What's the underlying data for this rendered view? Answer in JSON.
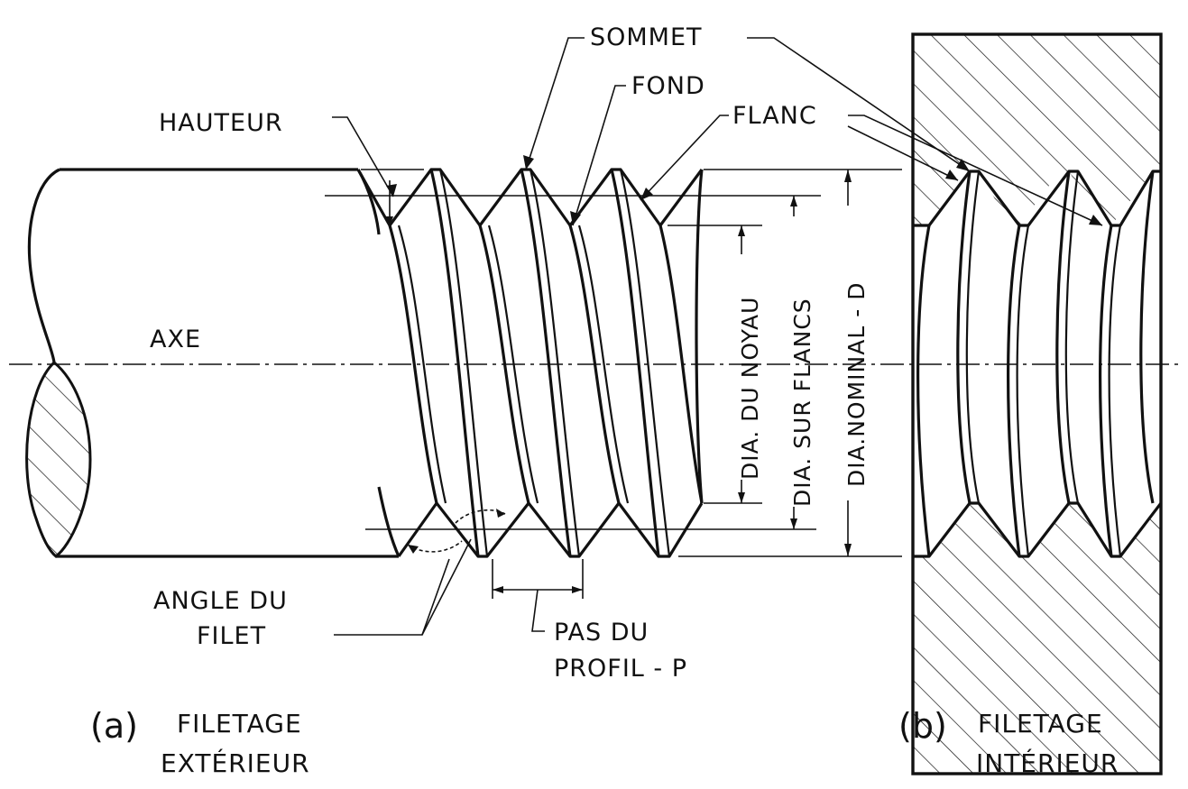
{
  "labels": {
    "hauteur": "HAUTEUR",
    "sommet": "SOMMET",
    "fond": "FOND",
    "flanc": "FLANC",
    "axe": "AXE",
    "dia_noyau": "DIA. DU NOYAU",
    "dia_flancs": "DIA. SUR FLANCS",
    "dia_nominal": "DIA.NOMINAL - D",
    "angle_line1": "ANGLE DU",
    "angle_line2": "FILET",
    "pas_line1": "PAS DU",
    "pas_line2": "PROFIL - P"
  },
  "captions": {
    "a": {
      "letter": "(a)",
      "line1": "FILETAGE",
      "line2": "EXTÉRIEUR"
    },
    "b": {
      "letter": "(b)",
      "line1": "FILETAGE",
      "line2": "INTÉRIEUR"
    }
  }
}
